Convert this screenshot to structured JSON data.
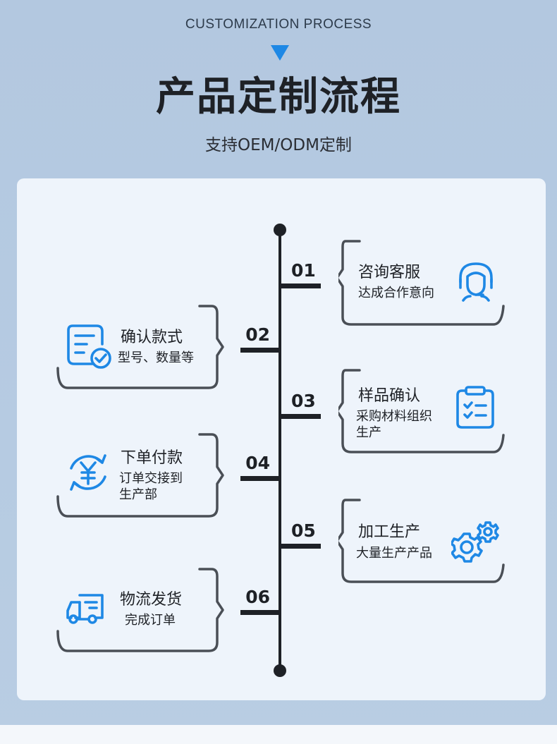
{
  "header": {
    "eng_title": "CUSTOMIZATION PROCESS",
    "title": "产品定制流程",
    "subtitle": "支持OEM/ODM定制"
  },
  "steps": [
    {
      "num": "01",
      "title": "咨询客服",
      "desc": "达成合作意向",
      "icon": "customer-service-headset-icon",
      "side": "right"
    },
    {
      "num": "02",
      "title": "确认款式",
      "desc": "型号、数量等",
      "icon": "document-check-icon",
      "side": "left"
    },
    {
      "num": "03",
      "title": "样品确认",
      "desc": "采购材料组织\n生产",
      "icon": "clipboard-checklist-icon",
      "side": "right"
    },
    {
      "num": "04",
      "title": "下单付款",
      "desc": "订单交接到\n生产部",
      "icon": "yuan-payment-icon",
      "side": "left"
    },
    {
      "num": "05",
      "title": "加工生产",
      "desc": "大量生产产品",
      "icon": "gears-icon",
      "side": "right"
    },
    {
      "num": "06",
      "title": "物流发货",
      "desc": "完成订单",
      "icon": "delivery-truck-icon",
      "side": "left"
    }
  ],
  "colors": {
    "accent": "#1e88e5",
    "text": "#1e2126",
    "panel": "#eef4fb",
    "background": "#b3c8e0"
  }
}
